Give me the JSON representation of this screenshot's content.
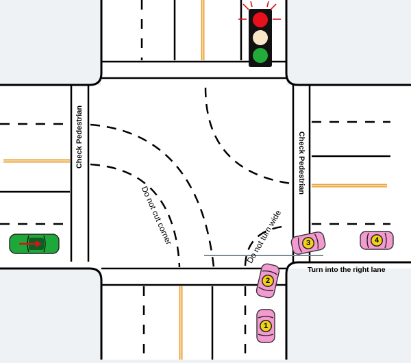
{
  "labels": {
    "check_pedestrian_left": "Check Pedestrian",
    "check_pedestrian_right": "Check Pedestrian",
    "do_not_cut_corner": "Do not cut corner",
    "do_not_turn_wide": "Do not turn wide",
    "turn_into_right_lane": "Turn into the right lane"
  },
  "traffic_light": {
    "active": "red",
    "lamps": [
      "red",
      "amber",
      "green"
    ]
  },
  "cars": [
    {
      "id": "car-1",
      "label": "1",
      "color": "pink"
    },
    {
      "id": "car-2",
      "label": "2",
      "color": "pink"
    },
    {
      "id": "car-3",
      "label": "3",
      "color": "pink"
    },
    {
      "id": "car-4",
      "label": "4",
      "color": "pink"
    },
    {
      "id": "green-car",
      "label": "",
      "color": "green"
    }
  ],
  "colors": {
    "background": "#eef2f5",
    "road": "#ffffff",
    "line": "#000000",
    "center_line": "#e8a33a",
    "pink_car": "#f39ad0",
    "green_car": "#1fa83a",
    "light_red": "#e8101a",
    "light_amber": "#f7e6c7",
    "light_green": "#22aa3a",
    "arrow": "#d8141b"
  }
}
